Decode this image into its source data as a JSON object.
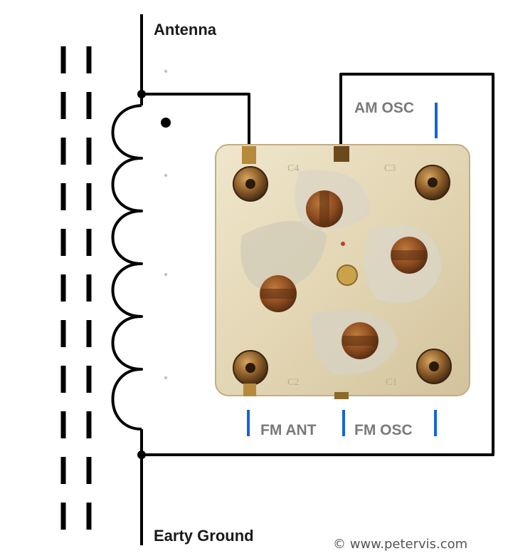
{
  "labels": {
    "antenna": "Antenna",
    "ground": "Earty Ground",
    "am_osc": "AM OSC",
    "fm_ant": "FM ANT",
    "fm_osc": "FM OSC",
    "credit": "© www.petervis.com"
  },
  "components": {
    "trimmer_tags": [
      "C4",
      "C3",
      "C2",
      "C1"
    ]
  },
  "colors": {
    "wire": "#000000",
    "accent": "#1565d8",
    "capacitor_body": "#e6dcc0",
    "brass": "#b58a3a",
    "rotor_copper": "#8a4a1e"
  }
}
